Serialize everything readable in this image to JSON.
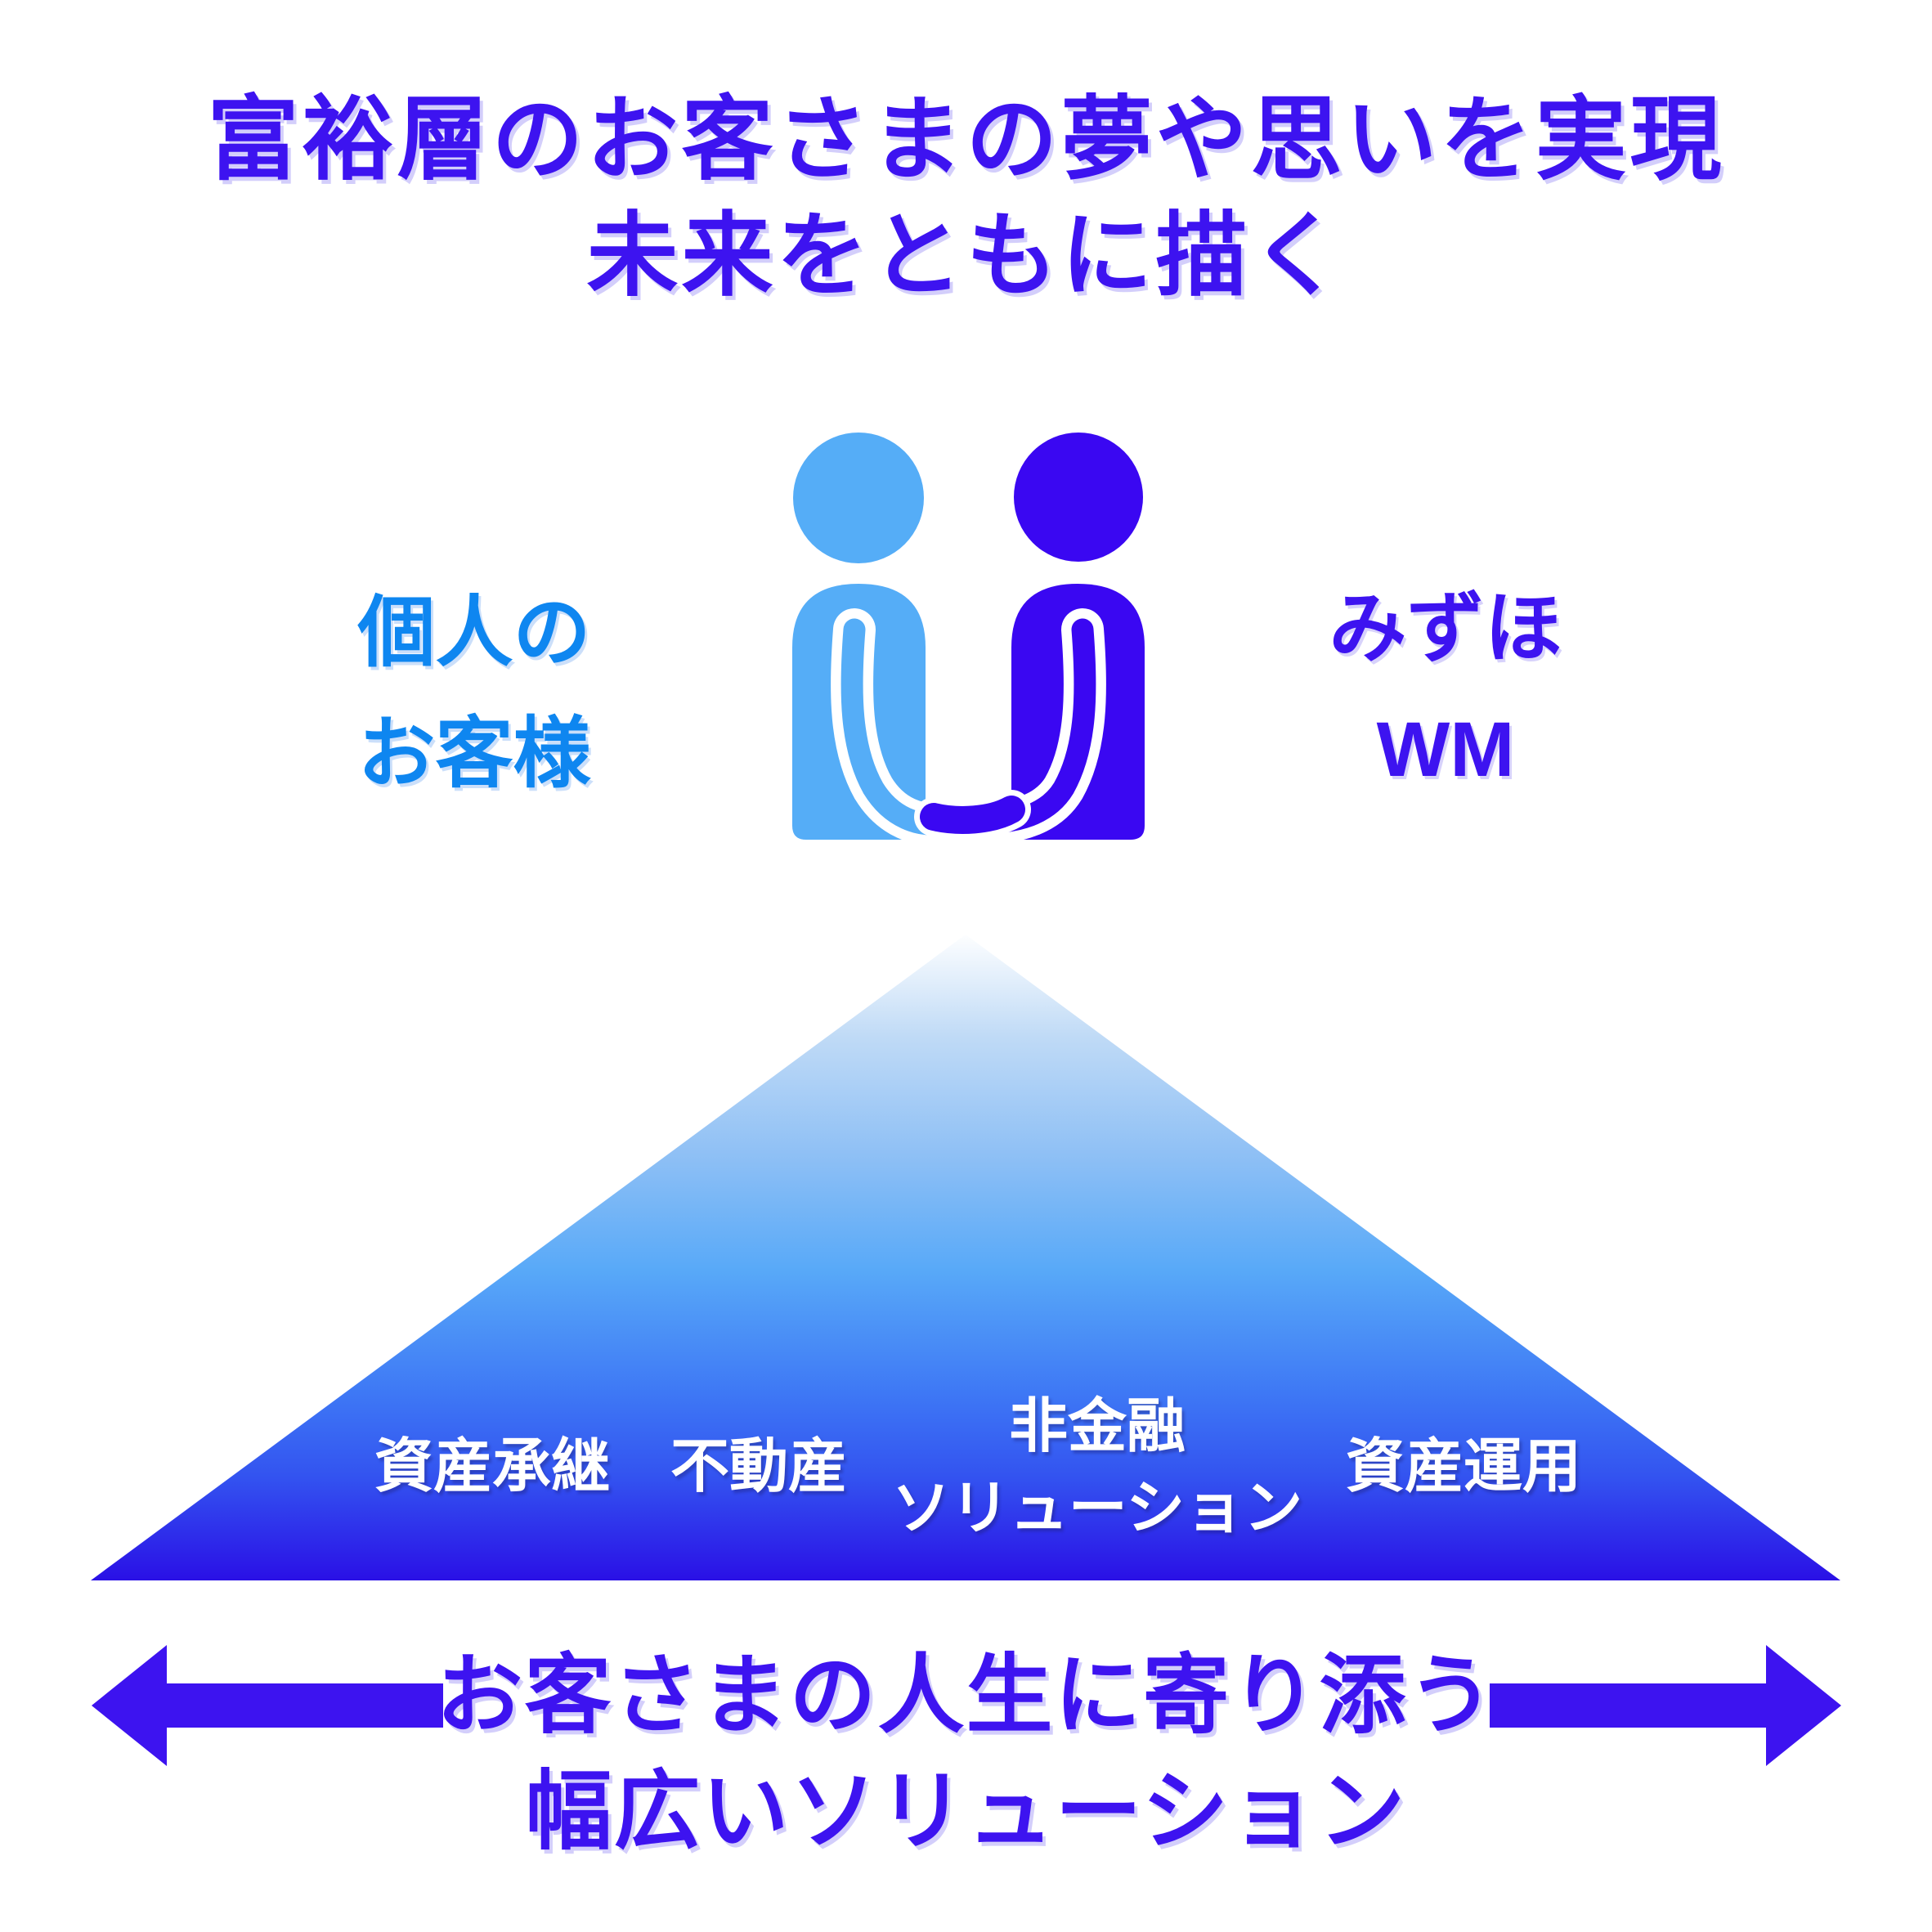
{
  "title": {
    "line1": "富裕層のお客さまの夢や思いを実現",
    "line2": "未来をともに描く"
  },
  "customer_label": {
    "line1": "個人の",
    "line2": "お客様"
  },
  "company_label": {
    "line1": "みずほ",
    "line2": "WM"
  },
  "pyramid_items": [
    {
      "line1": "資産承継",
      "line2": ""
    },
    {
      "line1": "不動産",
      "line2": ""
    },
    {
      "line1": "非金融",
      "line2": "ソリューション"
    },
    {
      "line1": "資産運用",
      "line2": ""
    }
  ],
  "bottom_caption": {
    "line1": "お客さまの人生に寄り添う",
    "line2": "幅広いソリューション"
  },
  "icons": {
    "handshake": "two-people-handshake-icon",
    "left_arrow": "left-arrow-icon",
    "right_arrow": "right-arrow-icon"
  },
  "colors": {
    "title_violet": "#3D13F0",
    "customer_azure": "#0E86F0",
    "figure_light": "#55ADF7",
    "figure_dark": "#3A07F2",
    "label_white": "#FFFFFF",
    "pyr_g0": "#FDFEFF",
    "pyr_g1": "#BFDAF6",
    "pyr_g2": "#8FC0F5",
    "pyr_g3": "#58A9F8",
    "pyr_g4": "#3E78F5",
    "pyr_g5": "#3353F0",
    "pyr_g6": "#2A10E6"
  }
}
